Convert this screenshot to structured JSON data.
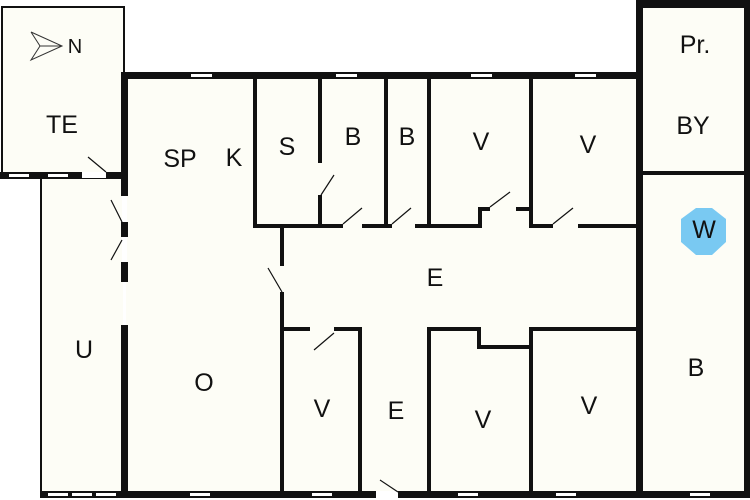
{
  "colors": {
    "wall": "#111111",
    "floor": "#fdfdf6",
    "window": "#ffffff",
    "marker": "#79c9f2"
  },
  "compass": {
    "label": "N"
  },
  "rooms": {
    "te": "TE",
    "sp": "SP",
    "k": "K",
    "s": "S",
    "b1": "B",
    "b2": "B",
    "v1": "V",
    "v2": "V",
    "pr": "Pr.",
    "by": "BY",
    "w": "W",
    "e1": "E",
    "u": "U",
    "o": "O",
    "v3": "V",
    "e2": "E",
    "v4": "V",
    "v5": "V",
    "b3": "B"
  }
}
